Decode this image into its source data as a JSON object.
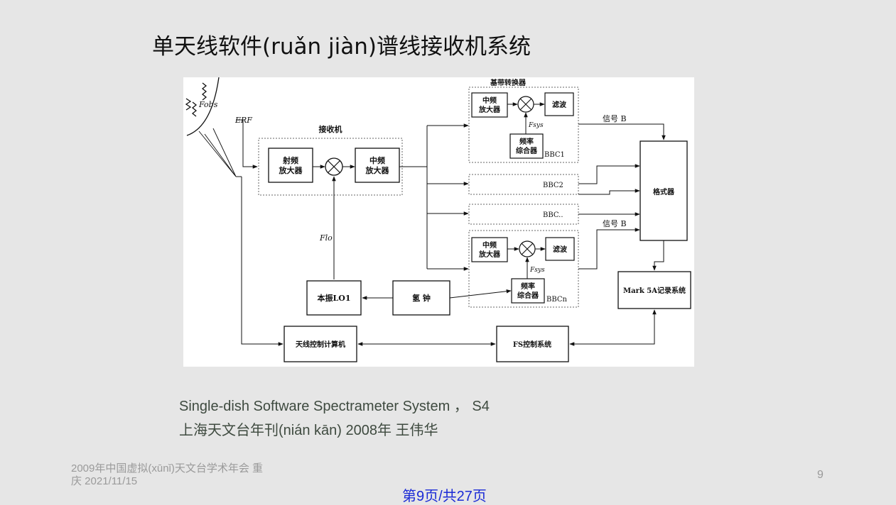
{
  "slide": {
    "title": "单天线软件(ruǎn jiàn)谱线接收机系统",
    "caption_line1": "Single-dish Software Spectrameter System ， S4",
    "caption_line2": "上海天文台年刊(nián kān) 2008年 王伟华",
    "footer": "2009年中国虚拟(xūnǐ)天文台学术年会 重庆 2021/11/15",
    "page_number": "9",
    "page_link": "第9页/共27页"
  },
  "diagram": {
    "f_obs": "Fobs",
    "e_rf": "ERF",
    "receiver_label": "接收机",
    "rf_amp": [
      "射频",
      "放大器"
    ],
    "if_amp": [
      "中频",
      "放大器"
    ],
    "f_lo": "Flo",
    "bbc_group_label": "基带转换器",
    "bbc1_if": [
      "中频",
      "放大器"
    ],
    "bbc1_filter": "滤波",
    "f_sys": "Fsys",
    "freq_synth": [
      "频率",
      "综合器"
    ],
    "bbc1_label": "BBC1",
    "bbc2_label": "BBC2",
    "bbc_dots_label": "BBC..",
    "bbcn_label": "BBCn",
    "signal_b_top": "信号 B",
    "signal_b_bottom": "信号 B",
    "formatter": "格式器",
    "mark5a": "Mark 5A记录系统",
    "lo1": "本振LO1",
    "h_maser": "氢 钟",
    "antenna_control": "天线控制计算机",
    "fs_control": "FS控制系统"
  },
  "colors": {
    "background": "#e6e6e6",
    "caption": "#3e4a3f",
    "footer": "#9a9a9a",
    "link": "#1a2ad6"
  }
}
